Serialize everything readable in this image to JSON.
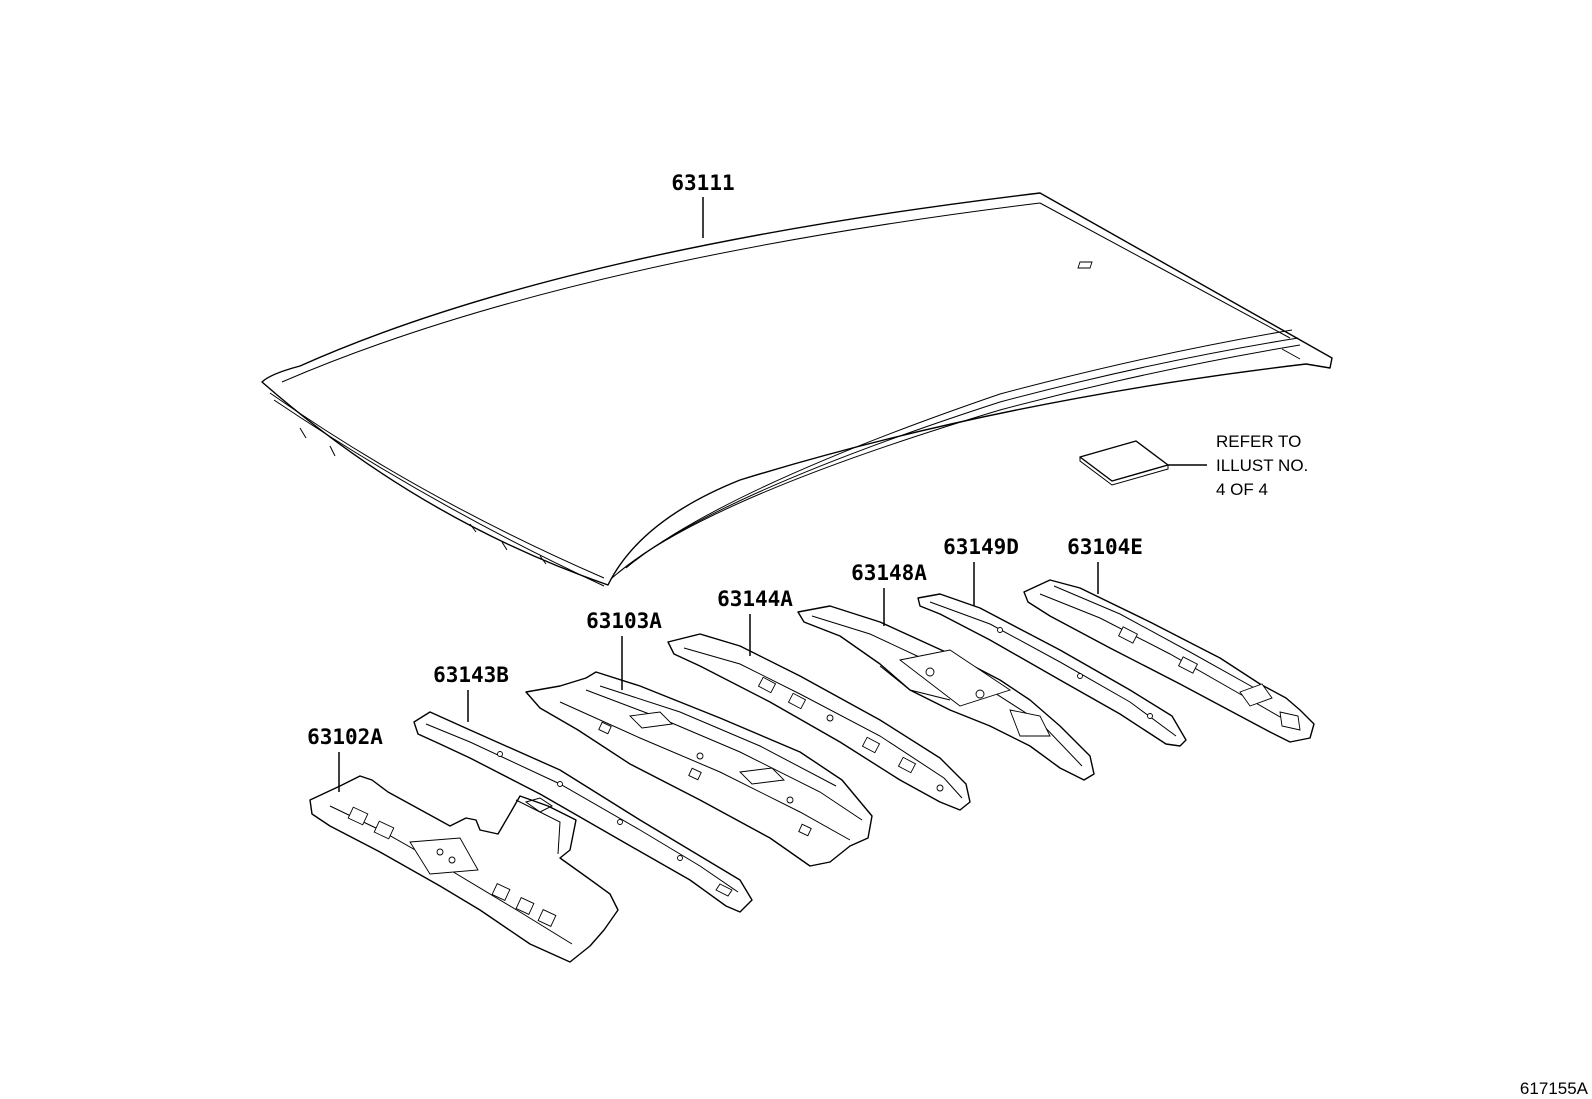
{
  "parts": [
    {
      "id": "roof-panel",
      "number": "63111"
    },
    {
      "id": "front-header-panel",
      "number": "63102A"
    },
    {
      "id": "reinforcement-front",
      "number": "63143B"
    },
    {
      "id": "roof-panel-reinforcement",
      "number": "63103A"
    },
    {
      "id": "reinforcement-center-1",
      "number": "63144A"
    },
    {
      "id": "reinforcement-center-2",
      "number": "63148A"
    },
    {
      "id": "reinforcement-rear-1",
      "number": "63149D"
    },
    {
      "id": "rear-header-panel",
      "number": "63104E"
    }
  ],
  "note": {
    "lines": [
      "REFER TO",
      "ILLUST NO.",
      "4 OF 4"
    ]
  },
  "illustration_code": "617155A"
}
